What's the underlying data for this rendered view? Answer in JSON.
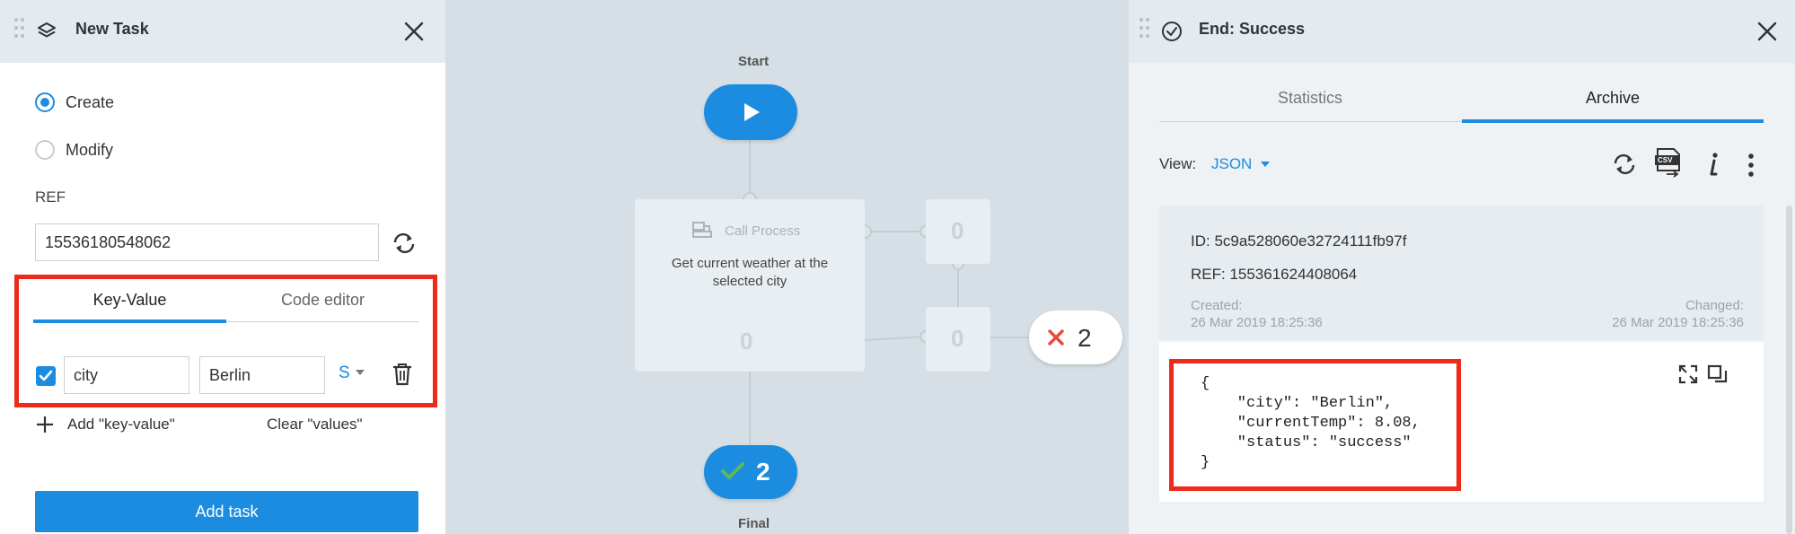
{
  "left_panel": {
    "title": "New Task",
    "mode_options": [
      "Create",
      "Modify"
    ],
    "ref_label": "REF",
    "ref_value": "15536180548062",
    "tabs": [
      "Key-Value",
      "Code editor"
    ],
    "row": {
      "key": "city",
      "value": "Berlin",
      "type": "S"
    },
    "add_key_value": "Add \"key-value\"",
    "clear_values": "Clear \"values\"",
    "add_task": "Add task"
  },
  "canvas": {
    "start_label": "Start",
    "process_type": "Call Process",
    "process_desc": "Get current weather at the selected city",
    "count_zero": "0",
    "error_count": "2",
    "final_count": "2",
    "final_label": "Final"
  },
  "right_panel": {
    "title": "End: Success",
    "tabs": [
      "Statistics",
      "Archive"
    ],
    "view_label": "View:",
    "view_value": "JSON",
    "id_line": "ID: 5c9a528060e32724111fb97f",
    "ref_line": "REF: 155361624408064",
    "created_label": "Created:",
    "created_value": "26 Mar 2019 18:25:36",
    "changed_label": "Changed:",
    "changed_value": "26 Mar 2019 18:25:36",
    "json_body": "{\n    \"city\": \"Berlin\",\n    \"currentTemp\": 8.08,\n    \"status\": \"success\"\n}",
    "csv_badge": "CSV"
  },
  "colors": {
    "accent": "#1c8ce0",
    "highlight": "#ee2a1b",
    "success_check": "#5cb85c",
    "error_x": "#e8493b"
  }
}
